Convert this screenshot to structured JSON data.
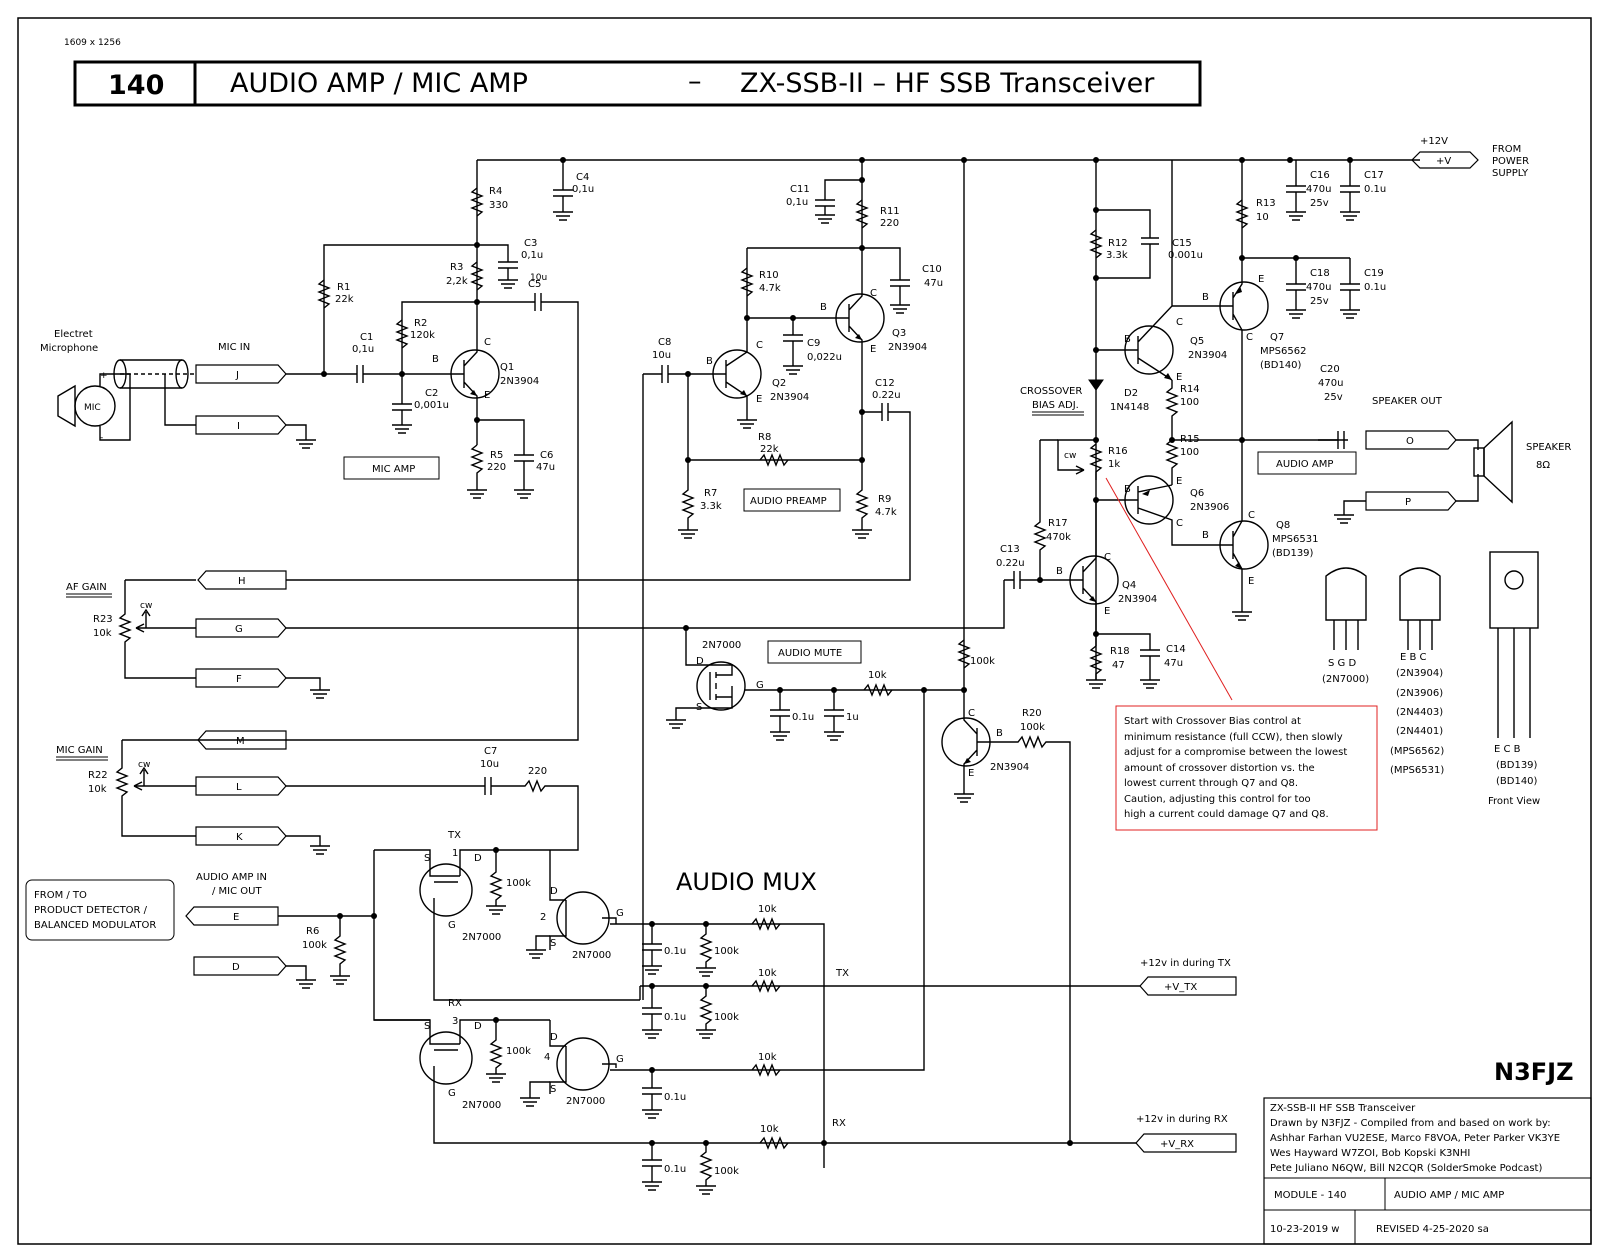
{
  "page_size_note": "1609 x 1256",
  "header": {
    "module_number": "140",
    "title": "AUDIO AMP / MIC AMP",
    "dash": "–",
    "project": "ZX-SSB-II – HF SSB Transceiver"
  },
  "sections": {
    "mic_amp": "MIC AMP",
    "audio_preamp": "AUDIO PREAMP",
    "audio_mute": "AUDIO MUTE",
    "audio_amp": "AUDIO AMP",
    "audio_mux": "AUDIO MUX"
  },
  "mic": {
    "label_line1": "Electret",
    "label_line2": "Microphone",
    "symbol": "MIC",
    "plus": "+",
    "minus": "-",
    "mic_in": "MIC IN"
  },
  "connectors": {
    "J": "J",
    "I": "I",
    "H": "H",
    "G": "G",
    "F": "F",
    "M": "M",
    "L": "L",
    "K": "K",
    "E": "E",
    "D": "D",
    "O": "O",
    "P": "P",
    "V": "+V",
    "V_TX": "+V_TX",
    "V_RX": "+V_RX"
  },
  "power": {
    "rail": "+12V",
    "from_line1": "FROM",
    "from_line2": "POWER",
    "from_line3": "SUPPLY",
    "tx_label": "+12v in during TX",
    "rx_label": "+12v in during RX",
    "tx": "TX",
    "rx": "RX"
  },
  "controls": {
    "af_gain": "AF GAIN",
    "mic_gain": "MIC GAIN",
    "cw": "cw",
    "crossover_line1": "CROSSOVER",
    "crossover_line2": "BIAS ADJ.",
    "speaker_out": "SPEAKER OUT",
    "speaker_line1": "SPEAKER",
    "speaker_line2": "8Ω"
  },
  "io_box": {
    "line1": "FROM / TO",
    "line2": "PRODUCT DETECTOR /",
    "line3": "BALANCED MODULATOR",
    "audio_in_line1": "AUDIO AMP IN",
    "audio_in_line2": "/ MIC OUT"
  },
  "components": {
    "R1": [
      "R1",
      "22k"
    ],
    "R2": [
      "R2",
      "120k"
    ],
    "R3": [
      "R3",
      "2,2k"
    ],
    "R4": [
      "R4",
      "330"
    ],
    "R5": [
      "R5",
      "220"
    ],
    "R6": [
      "R6",
      "100k"
    ],
    "R7": [
      "R7",
      "3.3k"
    ],
    "R8": [
      "R8",
      "22k"
    ],
    "R9": [
      "R9",
      "4.7k"
    ],
    "R10": [
      "R10",
      "4.7k"
    ],
    "R11": [
      "R11",
      "220"
    ],
    "R12": [
      "R12",
      "3.3k"
    ],
    "R13": [
      "R13",
      "10"
    ],
    "R14": [
      "R14",
      "100"
    ],
    "R15": [
      "R15",
      "100"
    ],
    "R16": [
      "R16",
      "1k"
    ],
    "R17": [
      "R17",
      "470k"
    ],
    "R18": [
      "R18",
      "47"
    ],
    "R20": [
      "R20",
      "100k"
    ],
    "R22": [
      "R22",
      "10k"
    ],
    "R23": [
      "R23",
      "10k"
    ],
    "C1": [
      "C1",
      "0,1u"
    ],
    "C2": [
      "C2",
      "0,001u"
    ],
    "C3": [
      "C3",
      "0,1u"
    ],
    "C4": [
      "C4",
      "0,1u"
    ],
    "C5": [
      "C5",
      "10u"
    ],
    "C6": [
      "C6",
      "47u"
    ],
    "C7": [
      "C7",
      "10u"
    ],
    "C8": [
      "C8",
      "10u"
    ],
    "C9": [
      "C9",
      "0,022u"
    ],
    "C10": [
      "C10",
      "47u"
    ],
    "C11": [
      "C11",
      "0,1u"
    ],
    "C12": [
      "C12",
      "0.22u"
    ],
    "C13": [
      "C13",
      "0.22u"
    ],
    "C14": [
      "C14",
      "47u"
    ],
    "C15": [
      "C15",
      "0.001u"
    ],
    "C16": [
      "C16",
      "470u",
      "25v"
    ],
    "C17": [
      "C17",
      "0.1u"
    ],
    "C18": [
      "C18",
      "470u",
      "25v"
    ],
    "C19": [
      "C19",
      "0.1u"
    ],
    "C20": [
      "C20",
      "470u",
      "25v"
    ],
    "Q1": [
      "Q1",
      "2N3904"
    ],
    "Q2": [
      "Q2",
      "2N3904"
    ],
    "Q3": [
      "Q3",
      "2N3904"
    ],
    "Q4": [
      "Q4",
      "2N3904"
    ],
    "Q5": [
      "Q5",
      "2N3904"
    ],
    "Q6": [
      "Q6",
      "2N3906"
    ],
    "Q7": [
      "Q7",
      "MPS6562",
      "(BD140)"
    ],
    "Q8": [
      "Q8",
      "MPS6531",
      "(BD139)"
    ],
    "D2": [
      "D2",
      "1N4148"
    ],
    "mute_fet": "2N7000",
    "mute_r": "100k",
    "mute_r2": "10k",
    "mute_c1": "0.1u",
    "mute_c2": "1u",
    "r220": "220",
    "mute_q": "2N3904",
    "mux_fet": "2N7000",
    "mux_r": "100k",
    "mux_c": "0.1u",
    "mux_r10k": "10k",
    "fet_numbers": [
      "1",
      "2",
      "3",
      "4"
    ],
    "pin_s": "S",
    "pin_d": "D",
    "pin_g": "G",
    "pin_b": "B",
    "pin_c": "C",
    "pin_e": "E"
  },
  "packages": {
    "to92_fet_pins": "S G D",
    "to92_fet_part": "(2N7000)",
    "to92_bjt_pins": "E B C",
    "to92_bjt_parts": [
      "(2N3904)",
      "(2N3906)",
      "(2N4403)",
      "(2N4401)",
      "(MPS6562)",
      "(MPS6531)"
    ],
    "to126_pins": "E C B",
    "to126_parts": [
      "(BD139)",
      "(BD140)"
    ],
    "front_view": "Front View"
  },
  "note": {
    "lines": [
      "Start with Crossover Bias control at",
      "minimum resistance (full CCW), then slowly",
      "adjust for a compromise between the lowest",
      "amount of crossover distortion vs. the",
      "lowest current through Q7 and Q8.",
      "Caution, adjusting this control for too",
      "high a current could damage Q7 and Q8."
    ],
    "color": "#e02020"
  },
  "title_block": {
    "logo": "N3FJZ",
    "lines": [
      "ZX-SSB-II HF SSB Transceiver",
      "Drawn by N3FJZ - Compiled from and based on work by:",
      "Ashhar Farhan VU2ESE, Marco F8VOA, Peter Parker VK3YE",
      "Wes Hayward W7ZOI, Bob Kopski K3NHI",
      "Pete Juliano N6QW, Bill N2CQR (SolderSmoke Podcast)"
    ],
    "module": "MODULE - 140",
    "module_title": "AUDIO AMP  /  MIC AMP",
    "date": "10-23-2019 w",
    "revised": "REVISED      4-25-2020 sa"
  }
}
